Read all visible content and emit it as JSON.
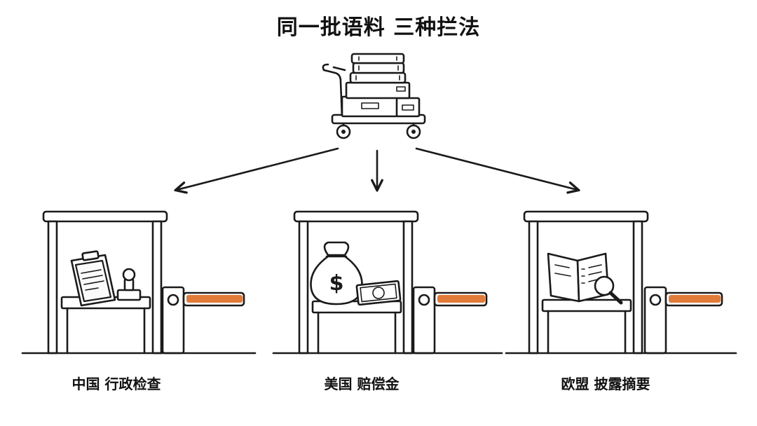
{
  "title": "同一批语料 三种拦法",
  "checkpoints": [
    {
      "label": "中国 行政检查",
      "icon": "clipboard-stamp-icon"
    },
    {
      "label": "美国 赔偿金",
      "icon": "money-bag-icon",
      "money_symbol": "$"
    },
    {
      "label": "欧盟 披露摘要",
      "icon": "book-magnifier-icon"
    }
  ],
  "colors": {
    "barrier_arm": "#e07b39",
    "ink": "#1a1a1a",
    "background": "#ffffff"
  }
}
